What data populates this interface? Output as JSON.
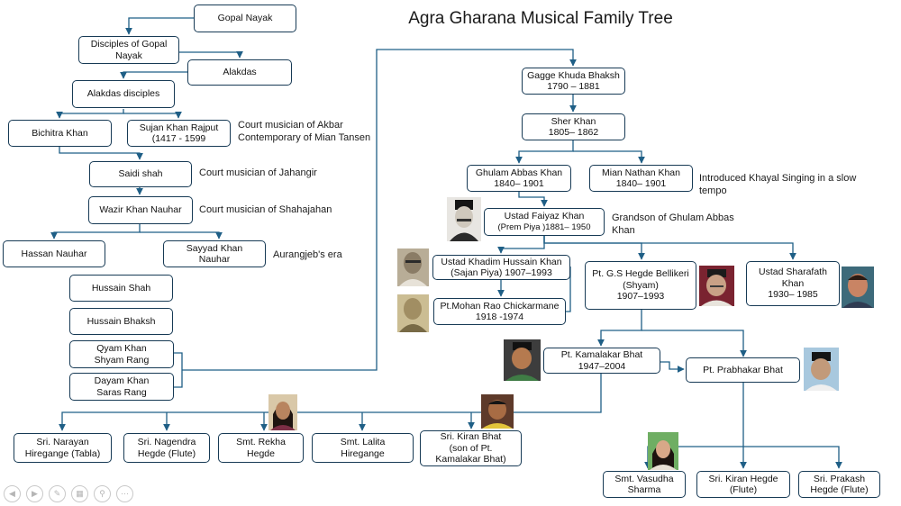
{
  "title": "Agra Gharana Musical Family Tree",
  "nodes": {
    "gopal_nayak": "Gopal Nayak",
    "disciples_gopal": "Disciples of Gopal Nayak",
    "alakdas": "Alakdas",
    "alakdas_disciples": "Alakdas disciples",
    "bichitra_khan": "Bichitra Khan",
    "sujan_khan": "Sujan Khan Rajput\n(1417 - 1599",
    "saidi_shah": "Saidi shah",
    "wazir_khan": "Wazir Khan Nauhar",
    "hassan_nauhar": "Hassan Nauhar",
    "sayyad_khan": "Sayyad Khan\nNauhar",
    "hussain_shah": "Hussain Shah",
    "hussain_bhaksh": "Hussain Bhaksh",
    "qyam_khan": "Qyam Khan\nShyam Rang",
    "dayam_khan": "Dayam Khan\nSaras Rang",
    "gagge": "Gagge Khuda Bhaksh\n1790 – 1881",
    "sher_khan": "Sher Khan\n1805– 1862",
    "ghulam_abbas": "Ghulam Abbas Khan\n1840– 1901",
    "mian_nathan": "Mian Nathan Khan\n1840– 1901",
    "faiyaz_khan": "Ustad Faiyaz Khan",
    "faiyaz_sub": "(Prem Piya )1881– 1950",
    "khadim_hussain": "Ustad Khadim Hussain Khan\n(Sajan Piya) 1907–1993",
    "mohan_rao": "Pt.Mohan Rao Chickarmane\n1918 -1974",
    "gs_hegde": "Pt. G.S Hegde Bellikeri\n(Shyam)\n1907–1993",
    "sharafath": "Ustad Sharafath\nKhan\n1930– 1985",
    "kamalakar": "Pt. Kamalakar Bhat\n1947–2004",
    "prabhakar": "Pt. Prabhakar Bhat",
    "narayan": "Sri. Narayan\nHiregange (Tabla)",
    "nagendra": "Sri. Nagendra\nHegde (Flute)",
    "rekha": "Smt. Rekha\nHegde",
    "lalita": "Smt. Lalita\nHiregange",
    "kiran_bhat": "Sri. Kiran Bhat\n(son of Pt.\nKamalakar Bhat)",
    "vasudha": "Smt. Vasudha\nSharma",
    "kiran_hegde": "Sri. Kiran Hegde\n(Flute)",
    "prakash": "Sri. Prakash\nHegde (Flute)"
  },
  "notes": {
    "sujan": "Court musician of Akbar\nContemporary of Mian Tansen",
    "saidi": "Court musician of Jahangir",
    "wazir": "Court musician of Shahajahan",
    "sayyad": "Aurangjeb's era",
    "mian_nathan": "Introduced Khayal Singing in a slow\ntempo",
    "faiyaz": "Grandson of Ghulam Abbas\nKhan"
  },
  "colors": {
    "line": "#1f5f86",
    "border": "#173a55"
  },
  "icons": [
    "previous-icon",
    "next-icon",
    "pen-icon",
    "slides-icon",
    "zoom-icon",
    "more-icon"
  ]
}
